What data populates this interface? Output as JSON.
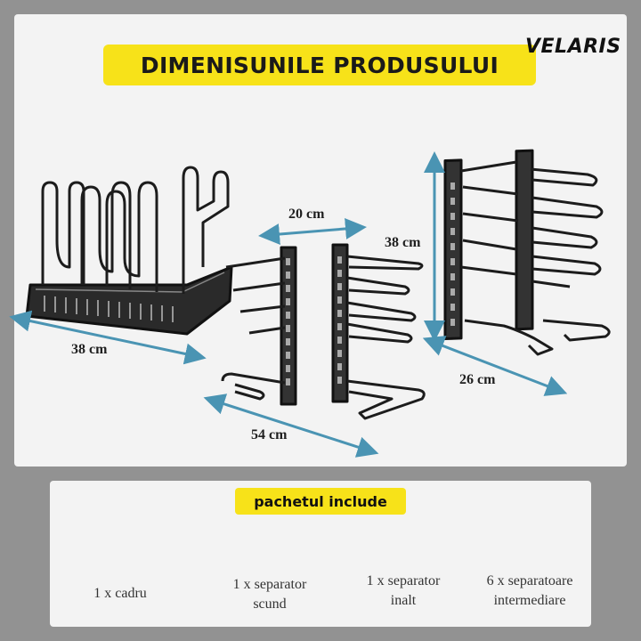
{
  "header": {
    "title": "DIMENISUNILE PRODUSULUI",
    "brand": "VELARIS"
  },
  "dimensions": {
    "base_width": "38 cm",
    "rack_depth": "20 cm",
    "rack_length": "54 cm",
    "tall_height": "38 cm",
    "tall_length": "26 cm"
  },
  "package": {
    "label": "pachetul include",
    "items": [
      {
        "line1": "1 x cadru",
        "line2": ""
      },
      {
        "line1": "1 x separator",
        "line2": "scund"
      },
      {
        "line1": "1 x separator",
        "line2": "inalt"
      },
      {
        "line1": "6 x separatoare",
        "line2": "intermediare"
      }
    ]
  },
  "colors": {
    "accent": "#f7e219",
    "arrow": "#4a94b3",
    "metal": "#1c1c1c",
    "panel": "#f3f3f3",
    "background": "#929292"
  }
}
